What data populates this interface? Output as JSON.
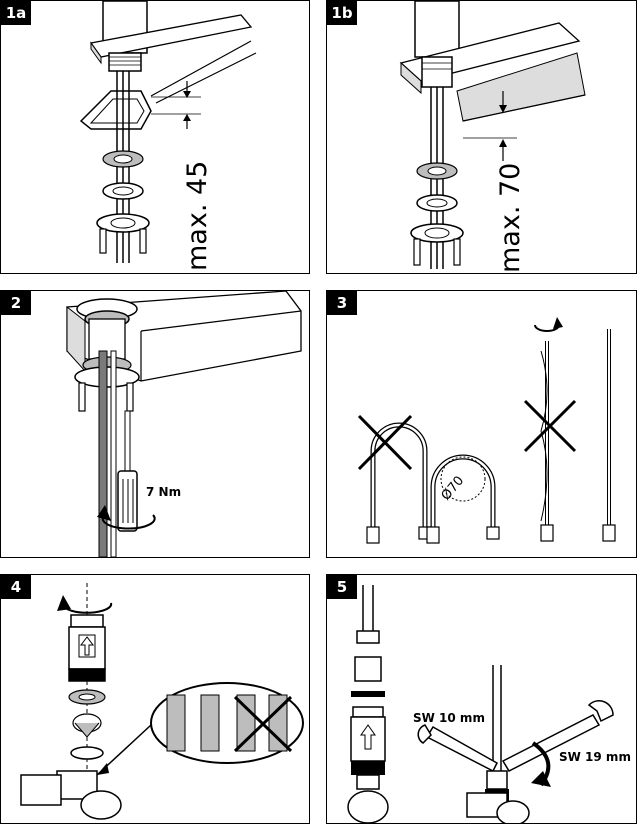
{
  "panels": [
    {
      "id": "1a",
      "label": "1a",
      "annotation": "max. 45"
    },
    {
      "id": "1b",
      "label": "1b",
      "annotation": "max. 70"
    },
    {
      "id": "2",
      "label": "2",
      "torque": "7 Nm"
    },
    {
      "id": "3",
      "label": "3",
      "bend_diameter": "Ø70"
    },
    {
      "id": "4",
      "label": "4"
    },
    {
      "id": "5",
      "label": "5",
      "wrench_small": "SW 10 mm",
      "wrench_large": "SW 19 mm"
    }
  ],
  "colors": {
    "line": "#000000",
    "fill": "#ffffff",
    "shade": "#bdbdbd",
    "dark_shade": "#7a7a7a"
  }
}
